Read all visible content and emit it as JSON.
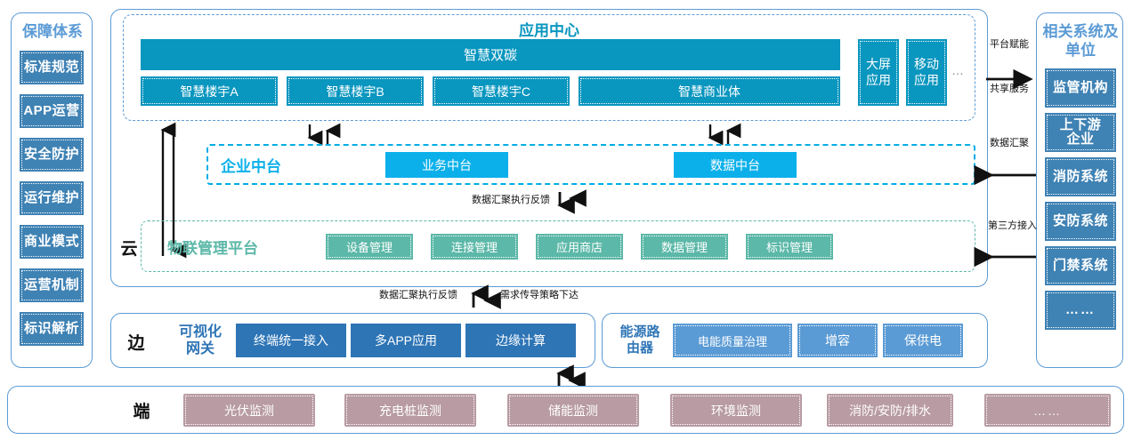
{
  "left_sidebar": {
    "title": "保障体系",
    "items": [
      "标准规范",
      "APP运营",
      "安全防护",
      "运行维护",
      "商业模式",
      "运营机制",
      "标识解析"
    ]
  },
  "right_sidebar": {
    "title": "相关系统及单位",
    "title_line1": "相关系统及",
    "title_line2": "单位",
    "items": [
      "监管机构",
      "上下游企业",
      "消防系统",
      "安防系统",
      "门禁系统",
      "……"
    ]
  },
  "app_center": {
    "title": "应用中心",
    "main_tile": "智慧双碳",
    "building_tiles": [
      "智慧楼宇A",
      "智慧楼宇B",
      "智慧楼宇C",
      "智慧商业体"
    ],
    "side_tiles": [
      "大屏应用",
      "移动应用"
    ],
    "side_tiles_lines": [
      [
        "大屏",
        "应用"
      ],
      [
        "移动",
        "应用"
      ]
    ],
    "ellipsis": "…"
  },
  "enterprise_platform": {
    "label": "企业中台",
    "tiles": [
      "业务中台",
      "数据中台"
    ]
  },
  "iot_platform": {
    "layer_label": "云",
    "label": "物联管理平台",
    "tiles": [
      "设备管理",
      "连接管理",
      "应用商店",
      "数据管理",
      "标识管理"
    ]
  },
  "edge_layer": {
    "layer_label": "边",
    "gateway_label": "可视化网关",
    "gateway_lines": [
      "可视化",
      "网关"
    ],
    "gateway_tiles": [
      "终端统一接入",
      "多APP应用",
      "边缘计算"
    ],
    "router_label": "能源路由器",
    "router_lines": [
      "能源路",
      "由器"
    ],
    "router_tiles": [
      "电能质量治理",
      "增容",
      "保供电"
    ]
  },
  "terminal_layer": {
    "layer_label": "端",
    "tiles": [
      "光伏监测",
      "充电桩监测",
      "储能监测",
      "环境监测",
      "消防/安防/排水",
      "……"
    ]
  },
  "arrow_labels": {
    "data_feedback": "数据汇聚执行反馈",
    "data_feedback_2": "数据汇聚执行反馈",
    "demand_strategy": "需求传导策略下达",
    "platform_empower": "平台赋能",
    "shared_service": "共享服务",
    "data_aggregation": "数据汇聚",
    "third_party_access": "第三方接入"
  },
  "colors": {
    "teal": "#0996bf",
    "cyan": "#0bb0ea",
    "green": "#5cb8a8",
    "steel": "#2e75b6",
    "blue": "#5b9bd5",
    "mauve": "#b89ba3",
    "sidebar_tile": "#3f82b4"
  }
}
